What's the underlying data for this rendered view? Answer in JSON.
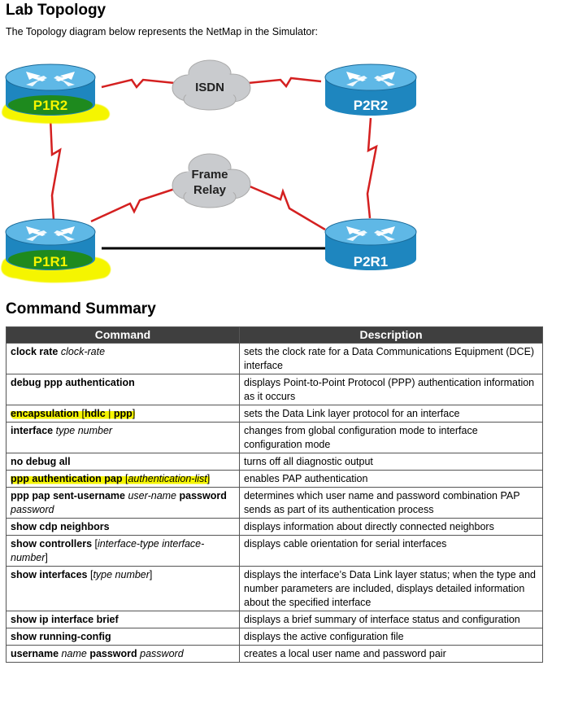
{
  "header": {
    "title": "Lab Topology",
    "intro": "The Topology diagram below represents the NetMap in the Simulator:"
  },
  "topology": {
    "routers": [
      {
        "id": "p1r2",
        "label": "P1R2",
        "highlighted": true
      },
      {
        "id": "p2r2",
        "label": "P2R2",
        "highlighted": false
      },
      {
        "id": "p1r1",
        "label": "P1R1",
        "highlighted": true
      },
      {
        "id": "p2r1",
        "label": "P2R1",
        "highlighted": false
      }
    ],
    "clouds": [
      {
        "id": "isdn",
        "lines": [
          "ISDN"
        ]
      },
      {
        "id": "frame-relay",
        "lines": [
          "Frame",
          "Relay"
        ]
      }
    ],
    "colors": {
      "router_body": "#1e86bf",
      "router_top": "#5fb8e6",
      "serial_link": "#d42020",
      "ethernet_link": "#000000",
      "highlight_fill": "#1e8a1e",
      "highlight_marker": "#f5f500",
      "router_text": "#ffffff",
      "highlight_text": "#f5f500"
    }
  },
  "command_summary": {
    "title": "Command Summary",
    "headers": [
      "Command",
      "Description"
    ],
    "rows": [
      {
        "cmd": [
          {
            "t": "clock rate",
            "s": "b"
          },
          {
            "t": " ",
            "s": ""
          },
          {
            "t": "clock-rate",
            "s": "i"
          }
        ],
        "desc": "sets the clock rate for a Data Communications Equipment (DCE) interface",
        "hl": false
      },
      {
        "cmd": [
          {
            "t": "debug ppp authentication",
            "s": "b"
          }
        ],
        "desc": "displays Point-to-Point Protocol (PPP) authentication information as it occurs",
        "hl": false
      },
      {
        "cmd": [
          {
            "t": "encapsulation",
            "s": "b"
          },
          {
            "t": " [",
            "s": ""
          },
          {
            "t": "hdlc",
            "s": "b"
          },
          {
            "t": " | ",
            "s": ""
          },
          {
            "t": "ppp",
            "s": "b"
          },
          {
            "t": "]",
            "s": ""
          }
        ],
        "desc": "sets the Data Link layer protocol for an interface",
        "hl": true
      },
      {
        "cmd": [
          {
            "t": "interface",
            "s": "b"
          },
          {
            "t": " ",
            "s": ""
          },
          {
            "t": "type number",
            "s": "i"
          }
        ],
        "desc": "changes from global configuration mode to interface configuration mode",
        "hl": false
      },
      {
        "cmd": [
          {
            "t": "no debug all",
            "s": "b"
          }
        ],
        "desc": "turns off all diagnostic output",
        "hl": false
      },
      {
        "cmd": [
          {
            "t": "ppp authentication pap",
            "s": "b"
          },
          {
            "t": " [",
            "s": ""
          },
          {
            "t": "authentication-list",
            "s": "i"
          },
          {
            "t": "]",
            "s": ""
          }
        ],
        "desc": "enables PAP authentication",
        "hl": true
      },
      {
        "cmd": [
          {
            "t": "ppp pap sent-username",
            "s": "b"
          },
          {
            "t": " ",
            "s": ""
          },
          {
            "t": "user-name",
            "s": "i"
          },
          {
            "t": " ",
            "s": ""
          },
          {
            "t": "password",
            "s": "b"
          },
          {
            "t": " ",
            "s": ""
          },
          {
            "t": "password",
            "s": "i"
          }
        ],
        "desc": "determines which user name and password combination PAP sends as part of its authentication process",
        "hl": false
      },
      {
        "cmd": [
          {
            "t": "show cdp neighbors",
            "s": "b"
          }
        ],
        "desc": "displays information about directly connected neighbors",
        "hl": false
      },
      {
        "cmd": [
          {
            "t": "show controllers",
            "s": "b"
          },
          {
            "t": " [",
            "s": ""
          },
          {
            "t": "interface-type interface-number",
            "s": "i"
          },
          {
            "t": "]",
            "s": ""
          }
        ],
        "desc": "displays cable orientation for serial interfaces",
        "hl": false
      },
      {
        "cmd": [
          {
            "t": "show interfaces",
            "s": "b"
          },
          {
            "t": " [",
            "s": ""
          },
          {
            "t": "type number",
            "s": "i"
          },
          {
            "t": "]",
            "s": ""
          }
        ],
        "desc": "displays the interface’s Data Link layer status; when the type and number parameters are included, displays detailed information about the specified interface",
        "hl": false
      },
      {
        "cmd": [
          {
            "t": "show ip interface brief",
            "s": "b"
          }
        ],
        "desc": "displays a brief summary of interface status and configuration",
        "hl": false
      },
      {
        "cmd": [
          {
            "t": "show running-config",
            "s": "b"
          }
        ],
        "desc": "displays the active configuration file",
        "hl": false
      },
      {
        "cmd": [
          {
            "t": "username",
            "s": "b"
          },
          {
            "t": " ",
            "s": ""
          },
          {
            "t": "name",
            "s": "i"
          },
          {
            "t": " ",
            "s": ""
          },
          {
            "t": "password",
            "s": "b"
          },
          {
            "t": " ",
            "s": ""
          },
          {
            "t": "password",
            "s": "i"
          }
        ],
        "desc": "creates a local user name and password pair",
        "hl": false
      }
    ]
  }
}
